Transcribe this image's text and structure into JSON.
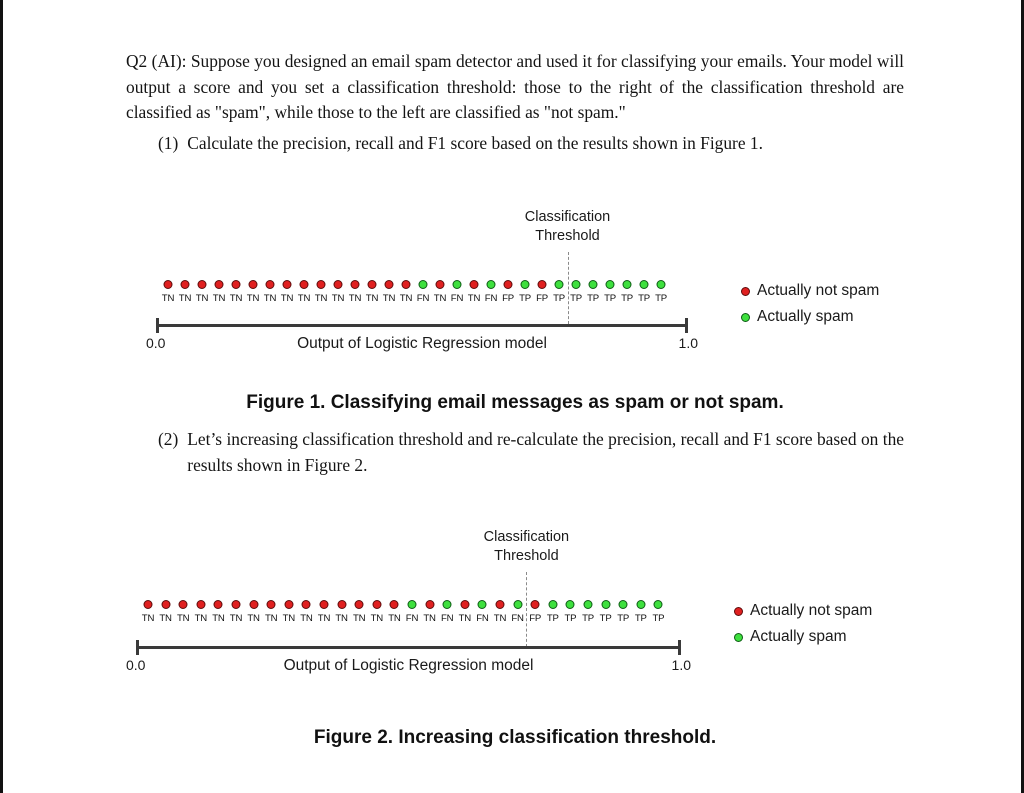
{
  "document": {
    "question": "Q2 (AI): Suppose you designed an email spam detector and used it for classifying your emails.  Your model will output a score and you set a classification threshold: those to the right of the classification threshold are classified as \"spam\", while those to the left are classified as \"not spam.\"",
    "items": [
      {
        "marker": "(1)",
        "text": "Calculate the precision, recall and F1 score based on the results shown in Figure 1."
      },
      {
        "marker": "(2)",
        "text": "Let’s increasing classification threshold and re-calculate the precision, recall and F1 score based on the results shown in Figure 2."
      }
    ],
    "captions": {
      "figure1": "Figure 1. Classifying email messages as spam or not spam.",
      "figure2": "Figure 2. Increasing classification threshold."
    }
  },
  "legend": {
    "items": [
      {
        "label": "Actually not spam",
        "color": "#e02020"
      },
      {
        "label": "Actually spam",
        "color": "#3ee03e"
      }
    ]
  },
  "axis": {
    "min_label": "0.0",
    "max_label": "1.0",
    "title": "Output of Logistic Regression model"
  },
  "threshold": {
    "label": "Classification\nThreshold"
  },
  "chart_data": [
    {
      "id": "figure1",
      "type": "scatter",
      "title": "Figure 1. Classifying email messages as spam or not spam.",
      "xlabel": "Output of Logistic Regression model",
      "xlim": [
        0.0,
        1.0
      ],
      "grid": false,
      "legend_position": "right",
      "threshold_label": "Classification Threshold",
      "threshold_index": 24,
      "n_points": 34,
      "categories": [
        "TN",
        "TN",
        "TN",
        "TN",
        "TN",
        "TN",
        "TN",
        "TN",
        "TN",
        "TN",
        "TN",
        "TN",
        "TN",
        "TN",
        "TN",
        "FN",
        "TN",
        "FN",
        "TN",
        "FN",
        "FP",
        "TP",
        "FP",
        "TP",
        "TP",
        "TP",
        "TP",
        "TP",
        "TP"
      ],
      "points": [
        {
          "label": "TN",
          "color": "red"
        },
        {
          "label": "TN",
          "color": "red"
        },
        {
          "label": "TN",
          "color": "red"
        },
        {
          "label": "TN",
          "color": "red"
        },
        {
          "label": "TN",
          "color": "red"
        },
        {
          "label": "TN",
          "color": "red"
        },
        {
          "label": "TN",
          "color": "red"
        },
        {
          "label": "TN",
          "color": "red"
        },
        {
          "label": "TN",
          "color": "red"
        },
        {
          "label": "TN",
          "color": "red"
        },
        {
          "label": "TN",
          "color": "red"
        },
        {
          "label": "TN",
          "color": "red"
        },
        {
          "label": "TN",
          "color": "red"
        },
        {
          "label": "TN",
          "color": "red"
        },
        {
          "label": "TN",
          "color": "red"
        },
        {
          "label": "FN",
          "color": "green"
        },
        {
          "label": "TN",
          "color": "red"
        },
        {
          "label": "FN",
          "color": "green"
        },
        {
          "label": "TN",
          "color": "red"
        },
        {
          "label": "FN",
          "color": "green"
        },
        {
          "label": "FP",
          "color": "red"
        },
        {
          "label": "TP",
          "color": "green"
        },
        {
          "label": "FP",
          "color": "red"
        },
        {
          "label": "TP",
          "color": "green"
        },
        {
          "label": "TP",
          "color": "green"
        },
        {
          "label": "TP",
          "color": "green"
        },
        {
          "label": "TP",
          "color": "green"
        },
        {
          "label": "TP",
          "color": "green"
        },
        {
          "label": "TP",
          "color": "green"
        },
        {
          "label": "TP",
          "color": "green"
        }
      ],
      "counts": {
        "TN": 18,
        "FN": 3,
        "FP": 2,
        "TP": 8
      }
    },
    {
      "id": "figure2",
      "type": "scatter",
      "title": "Figure 2. Increasing classification threshold.",
      "xlabel": "Output of Logistic Regression model",
      "xlim": [
        0.0,
        1.0
      ],
      "grid": false,
      "legend_position": "right",
      "threshold_label": "Classification Threshold",
      "threshold_index": 22,
      "n_points": 30,
      "categories": [
        "TN",
        "TN",
        "TN",
        "TN",
        "TN",
        "TN",
        "TN",
        "TN",
        "TN",
        "TN",
        "TN",
        "TN",
        "TN",
        "TN",
        "TN",
        "FN",
        "TN",
        "FN",
        "TN",
        "FN",
        "TN",
        "FN",
        "FP",
        "TP",
        "TP",
        "TP",
        "TP",
        "TP",
        "TP",
        "TP"
      ],
      "points": [
        {
          "label": "TN",
          "color": "red"
        },
        {
          "label": "TN",
          "color": "red"
        },
        {
          "label": "TN",
          "color": "red"
        },
        {
          "label": "TN",
          "color": "red"
        },
        {
          "label": "TN",
          "color": "red"
        },
        {
          "label": "TN",
          "color": "red"
        },
        {
          "label": "TN",
          "color": "red"
        },
        {
          "label": "TN",
          "color": "red"
        },
        {
          "label": "TN",
          "color": "red"
        },
        {
          "label": "TN",
          "color": "red"
        },
        {
          "label": "TN",
          "color": "red"
        },
        {
          "label": "TN",
          "color": "red"
        },
        {
          "label": "TN",
          "color": "red"
        },
        {
          "label": "TN",
          "color": "red"
        },
        {
          "label": "TN",
          "color": "red"
        },
        {
          "label": "FN",
          "color": "green"
        },
        {
          "label": "TN",
          "color": "red"
        },
        {
          "label": "FN",
          "color": "green"
        },
        {
          "label": "TN",
          "color": "red"
        },
        {
          "label": "FN",
          "color": "green"
        },
        {
          "label": "TN",
          "color": "red"
        },
        {
          "label": "FN",
          "color": "green"
        },
        {
          "label": "FP",
          "color": "red"
        },
        {
          "label": "TP",
          "color": "green"
        },
        {
          "label": "TP",
          "color": "green"
        },
        {
          "label": "TP",
          "color": "green"
        },
        {
          "label": "TP",
          "color": "green"
        },
        {
          "label": "TP",
          "color": "green"
        },
        {
          "label": "TP",
          "color": "green"
        },
        {
          "label": "TP",
          "color": "green"
        }
      ],
      "counts": {
        "TN": 19,
        "FN": 4,
        "FP": 1,
        "TP": 7
      }
    }
  ]
}
